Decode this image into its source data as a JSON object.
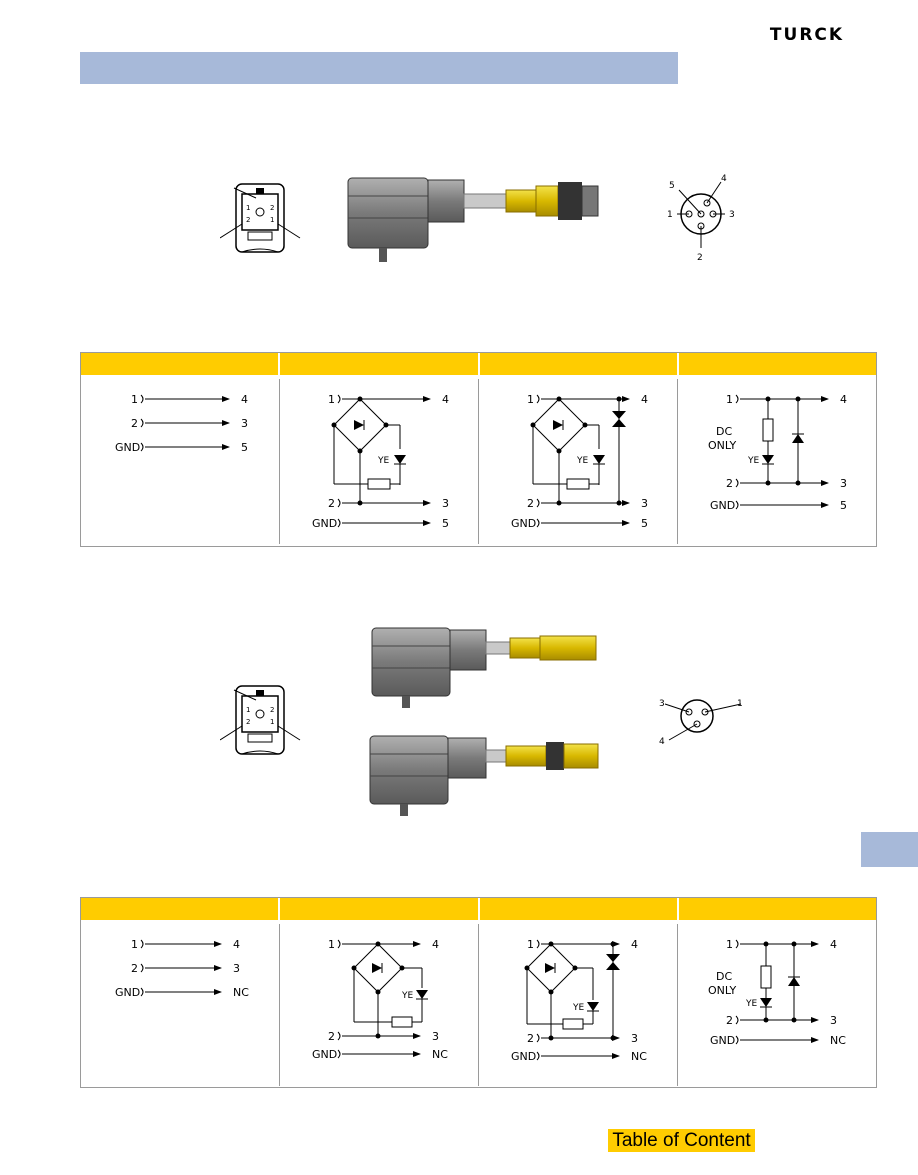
{
  "brand": {
    "name": "TURCK"
  },
  "title_bar": {
    "text": ""
  },
  "side_tab": {
    "text": ""
  },
  "footer": {
    "toc_label": "Table of Content"
  },
  "pin_labels": {
    "top_connector": [
      "5",
      "4",
      "1",
      "3",
      "2"
    ],
    "bottom_connector": [
      "3",
      "1",
      "4"
    ]
  },
  "wiring_labels": {
    "in_1": "1",
    "in_2": "2",
    "in_gnd": "GND",
    "out_4": "4",
    "out_3": "3",
    "out_5": "5",
    "out_nc": "NC",
    "led": "YE",
    "dc_only_1": "DC",
    "dc_only_2": "ONLY"
  },
  "colors": {
    "accent_yellow": "#ffcc00",
    "title_blue": "#a7b9d9"
  }
}
